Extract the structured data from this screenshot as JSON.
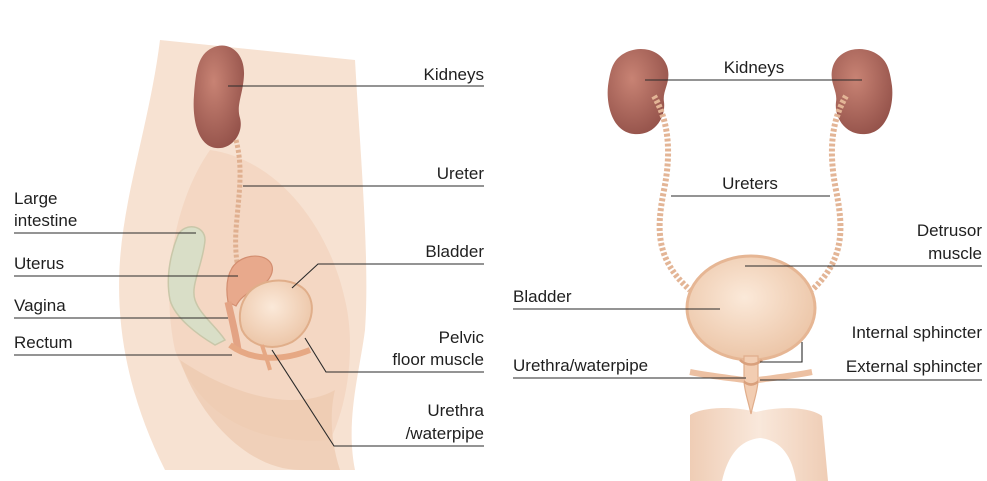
{
  "colors": {
    "skin_light": "#f8e6d8",
    "skin_mid": "#f0ccb3",
    "skin_shadow": "#e6b89a",
    "kidney": "#b36a5c",
    "kidney_dark": "#8e4d42",
    "ureter": "#e4b79a",
    "bladder": "#f3d6bd",
    "bladder_edge": "#e2b493",
    "uterus": "#e8a98c",
    "intestine": "#d7dcc4",
    "muscle": "#e9b08e",
    "leader_line": "#2a2a2a",
    "text": "#1f1f1f"
  },
  "side_view": {
    "labels": {
      "kidneys": "Kidneys",
      "ureter": "Ureter",
      "large_intestine_line1": "Large",
      "large_intestine_line2": "intestine",
      "bladder": "Bladder",
      "uterus": "Uterus",
      "vagina": "Vagina",
      "pelvic_floor_line1": "Pelvic",
      "pelvic_floor_line2": "floor muscle",
      "rectum": "Rectum",
      "urethra_line1": "Urethra",
      "urethra_line2": "/waterpipe"
    }
  },
  "front_view": {
    "labels": {
      "kidneys": "Kidneys",
      "ureters": "Ureters",
      "detrusor_line1": "Detrusor",
      "detrusor_line2": "muscle",
      "bladder": "Bladder",
      "internal_sphincter": "Internal sphincter",
      "urethra": "Urethra/waterpipe",
      "external_sphincter": "External sphincter"
    }
  }
}
